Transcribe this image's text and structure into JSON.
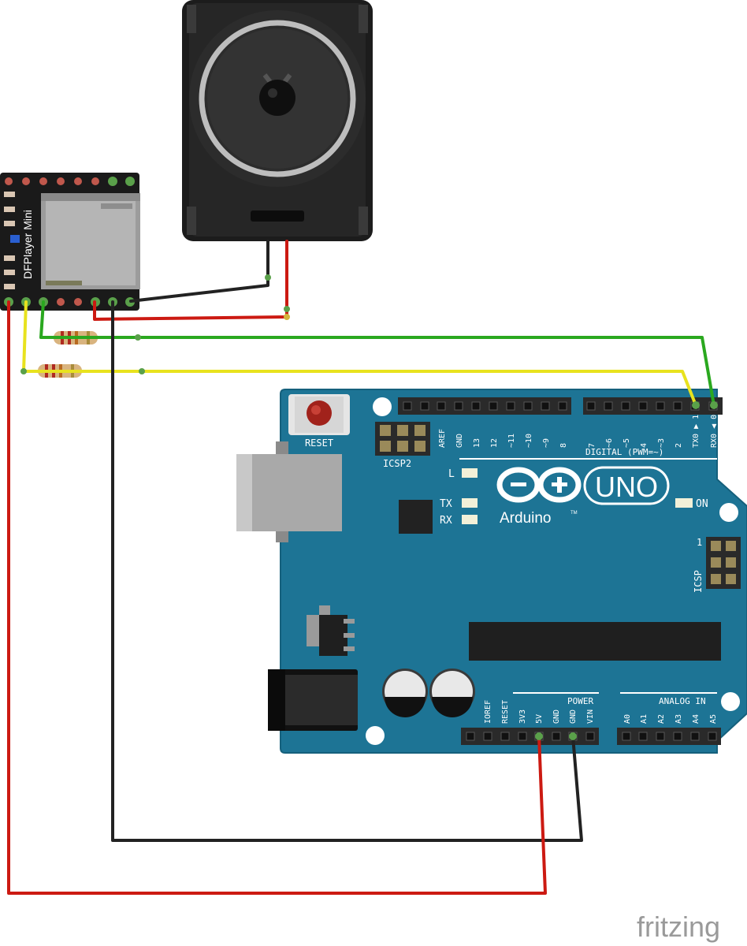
{
  "dfplayer": {
    "name": "DFPlayer Mini"
  },
  "arduino": {
    "reset_label": "RESET",
    "icsp2_label": "ICSP2",
    "icsp_label": "ICSP",
    "icsp_pin1": "1",
    "logo_text": "Arduino",
    "model_text": "UNO",
    "tm": "TM",
    "led_l": "L",
    "led_tx": "TX",
    "led_rx": "RX",
    "led_on": "ON",
    "digital_header": "DIGITAL (PWM=~)",
    "power_header": "POWER",
    "analog_header": "ANALOG IN",
    "digital_pins": [
      "AREF",
      "GND",
      "13",
      "12",
      "~11",
      "~10",
      "~9",
      "8",
      "7",
      "~6",
      "~5",
      "4",
      "~3",
      "2",
      "TX0 ▶ 1",
      "RX0 ◀ 0"
    ],
    "power_pins": [
      "IOREF",
      "RESET",
      "3V3",
      "5V",
      "GND",
      "GND",
      "VIN"
    ],
    "analog_pins": [
      "A0",
      "A1",
      "A2",
      "A3",
      "A4",
      "A5"
    ]
  },
  "watermark": "fritzing",
  "colors": {
    "board": "#1d7495",
    "board_edge": "#15607c",
    "wire_red": "#cc1a12",
    "wire_black": "#222222",
    "wire_green": "#2aa81f",
    "wire_yellow": "#e8e21e",
    "module": "#1a1a1a"
  }
}
